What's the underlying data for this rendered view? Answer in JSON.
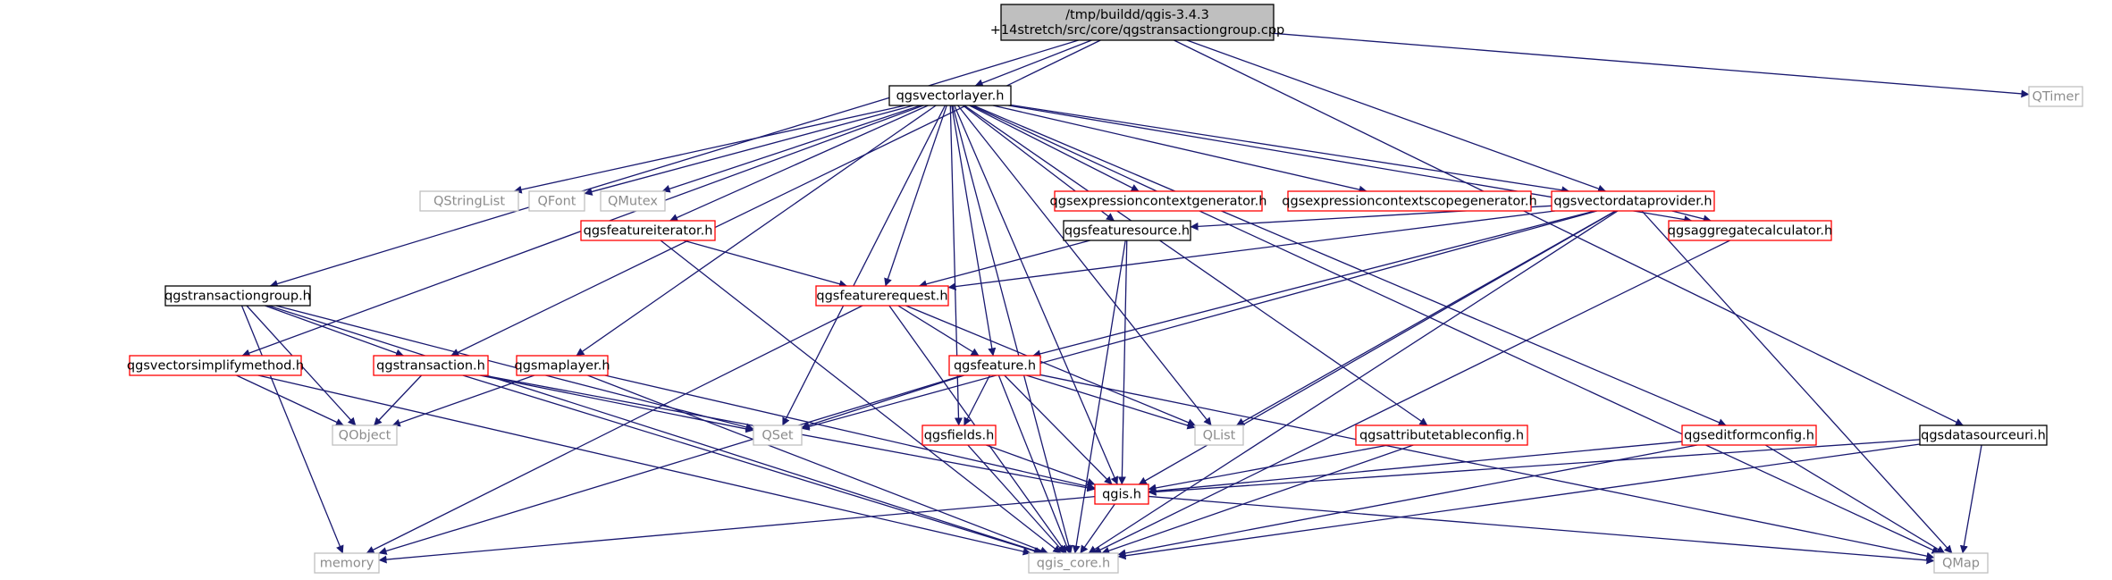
{
  "diagram": {
    "edge_color": "#191970",
    "nodes": [
      {
        "id": "root",
        "lines": [
          "/tmp/buildd/qgis-3.4.3",
          "+14stretch/src/core/qgstransactiongroup.cpp"
        ],
        "style": "root"
      },
      {
        "id": "qgsvectorlayer",
        "lines": [
          "qgsvectorlayer.h"
        ],
        "style": "black"
      },
      {
        "id": "qtimer",
        "lines": [
          "QTimer"
        ],
        "style": "grey"
      },
      {
        "id": "qstringlist",
        "lines": [
          "QStringList"
        ],
        "style": "grey"
      },
      {
        "id": "qfont",
        "lines": [
          "QFont"
        ],
        "style": "grey"
      },
      {
        "id": "qmutex",
        "lines": [
          "QMutex"
        ],
        "style": "grey"
      },
      {
        "id": "qgsexpressioncontextgenerator",
        "lines": [
          "qgsexpressioncontextgenerator.h"
        ],
        "style": "red"
      },
      {
        "id": "qgsexpressioncontextscopegenerator",
        "lines": [
          "qgsexpressioncontextscopegenerator.h"
        ],
        "style": "red"
      },
      {
        "id": "qgsvectordataprovider",
        "lines": [
          "qgsvectordataprovider.h"
        ],
        "style": "red"
      },
      {
        "id": "qgsfeatureiterator",
        "lines": [
          "qgsfeatureiterator.h"
        ],
        "style": "red"
      },
      {
        "id": "qgsfeaturesource",
        "lines": [
          "qgsfeaturesource.h"
        ],
        "style": "black"
      },
      {
        "id": "qgsaggregatecalculator",
        "lines": [
          "qgsaggregatecalculator.h"
        ],
        "style": "red"
      },
      {
        "id": "qgstransactiongroup",
        "lines": [
          "qgstransactiongroup.h"
        ],
        "style": "black"
      },
      {
        "id": "qgsfeaturerequest",
        "lines": [
          "qgsfeaturerequest.h"
        ],
        "style": "red"
      },
      {
        "id": "qgsvectorsimplifymethod",
        "lines": [
          "qgsvectorsimplifymethod.h"
        ],
        "style": "red"
      },
      {
        "id": "qgstransaction",
        "lines": [
          "qgstransaction.h"
        ],
        "style": "red"
      },
      {
        "id": "qgsmaplayer",
        "lines": [
          "qgsmaplayer.h"
        ],
        "style": "red"
      },
      {
        "id": "qgsfeature",
        "lines": [
          "qgsfeature.h"
        ],
        "style": "red"
      },
      {
        "id": "qobject",
        "lines": [
          "QObject"
        ],
        "style": "grey"
      },
      {
        "id": "qset",
        "lines": [
          "QSet"
        ],
        "style": "grey"
      },
      {
        "id": "qgsfields",
        "lines": [
          "qgsfields.h"
        ],
        "style": "red"
      },
      {
        "id": "qlist",
        "lines": [
          "QList"
        ],
        "style": "grey"
      },
      {
        "id": "qgsattributetableconfig",
        "lines": [
          "qgsattributetableconfig.h"
        ],
        "style": "red"
      },
      {
        "id": "qgseditformconfig",
        "lines": [
          "qgseditformconfig.h"
        ],
        "style": "red"
      },
      {
        "id": "qgsdatasourceuri",
        "lines": [
          "qgsdatasourceuri.h"
        ],
        "style": "black"
      },
      {
        "id": "qgis",
        "lines": [
          "qgis.h"
        ],
        "style": "red"
      },
      {
        "id": "memory",
        "lines": [
          "memory"
        ],
        "style": "grey"
      },
      {
        "id": "qgis_core",
        "lines": [
          "qgis_core.h"
        ],
        "style": "grey"
      },
      {
        "id": "qmap",
        "lines": [
          "QMap"
        ],
        "style": "grey"
      }
    ],
    "edges": [
      [
        "root",
        "qgsvectorlayer"
      ],
      [
        "root",
        "qtimer"
      ],
      [
        "root",
        "qgsvectordataprovider"
      ],
      [
        "root",
        "qgstransactiongroup"
      ],
      [
        "root",
        "qgstransaction"
      ],
      [
        "root",
        "qgsdatasourceuri"
      ],
      [
        "qgsvectorlayer",
        "qstringlist"
      ],
      [
        "qgsvectorlayer",
        "qfont"
      ],
      [
        "qgsvectorlayer",
        "qmutex"
      ],
      [
        "qgsvectorlayer",
        "qgsexpressioncontextgenerator"
      ],
      [
        "qgsvectorlayer",
        "qgsexpressioncontextscopegenerator"
      ],
      [
        "qgsvectorlayer",
        "qgsvectordataprovider"
      ],
      [
        "qgsvectorlayer",
        "qgsfeatureiterator"
      ],
      [
        "qgsvectorlayer",
        "qgsfeaturesource"
      ],
      [
        "qgsvectorlayer",
        "qgsaggregatecalculator"
      ],
      [
        "qgsvectorlayer",
        "qgsfeaturerequest"
      ],
      [
        "qgsvectorlayer",
        "qgsvectorsimplifymethod"
      ],
      [
        "qgsvectorlayer",
        "qgsmaplayer"
      ],
      [
        "qgsvectorlayer",
        "qgsfeature"
      ],
      [
        "qgsvectorlayer",
        "qset"
      ],
      [
        "qgsvectorlayer",
        "qgsfields"
      ],
      [
        "qgsvectorlayer",
        "qlist"
      ],
      [
        "qgsvectorlayer",
        "qgsattributetableconfig"
      ],
      [
        "qgsvectorlayer",
        "qgseditformconfig"
      ],
      [
        "qgsvectorlayer",
        "qgis"
      ],
      [
        "qgsvectorlayer",
        "qgis_core"
      ],
      [
        "qgsvectorlayer",
        "qmap"
      ],
      [
        "qgsvectordataprovider",
        "qgsfeaturesource"
      ],
      [
        "qgsvectordataprovider",
        "qgsaggregatecalculator"
      ],
      [
        "qgsvectordataprovider",
        "qgsfeaturerequest"
      ],
      [
        "qgsvectordataprovider",
        "qgsfeature"
      ],
      [
        "qgsvectordataprovider",
        "qset"
      ],
      [
        "qgsvectordataprovider",
        "qlist"
      ],
      [
        "qgsvectordataprovider",
        "qgis"
      ],
      [
        "qgsvectordataprovider",
        "qgis_core"
      ],
      [
        "qgsvectordataprovider",
        "qmap"
      ],
      [
        "qgsfeatureiterator",
        "qgsfeaturerequest"
      ],
      [
        "qgsfeatureiterator",
        "qgis_core"
      ],
      [
        "qgsfeaturesource",
        "qgsfeaturerequest"
      ],
      [
        "qgsfeaturesource",
        "qgis"
      ],
      [
        "qgsfeaturesource",
        "qgis_core"
      ],
      [
        "qgsaggregatecalculator",
        "qgis_core"
      ],
      [
        "qgstransactiongroup",
        "qgstransaction"
      ],
      [
        "qgstransactiongroup",
        "qobject"
      ],
      [
        "qgstransactiongroup",
        "qset"
      ],
      [
        "qgstransactiongroup",
        "memory"
      ],
      [
        "qgstransactiongroup",
        "qgis_core"
      ],
      [
        "qgsfeaturerequest",
        "qgsfeature"
      ],
      [
        "qgsfeaturerequest",
        "qlist"
      ],
      [
        "qgsfeaturerequest",
        "memory"
      ],
      [
        "qgsfeaturerequest",
        "qgis_core"
      ],
      [
        "qgsvectorsimplifymethod",
        "qobject"
      ],
      [
        "qgsvectorsimplifymethod",
        "qgis_core"
      ],
      [
        "qgstransaction",
        "qobject"
      ],
      [
        "qgstransaction",
        "qset"
      ],
      [
        "qgstransaction",
        "qgis"
      ],
      [
        "qgstransaction",
        "qgis_core"
      ],
      [
        "qgsmaplayer",
        "qobject"
      ],
      [
        "qgsmaplayer",
        "qgis"
      ],
      [
        "qgsmaplayer",
        "qgis_core"
      ],
      [
        "qgsfeature",
        "qset"
      ],
      [
        "qgsfeature",
        "qgsfields"
      ],
      [
        "qgsfeature",
        "qlist"
      ],
      [
        "qgsfeature",
        "qgis"
      ],
      [
        "qgsfeature",
        "memory"
      ],
      [
        "qgsfeature",
        "qgis_core"
      ],
      [
        "qgsfeature",
        "qmap"
      ],
      [
        "qgsfields",
        "qgis"
      ],
      [
        "qgsfields",
        "qgis_core"
      ],
      [
        "qgsattributetableconfig",
        "qgis"
      ],
      [
        "qgsattributetableconfig",
        "qgis_core"
      ],
      [
        "qgseditformconfig",
        "qgis"
      ],
      [
        "qgseditformconfig",
        "qgis_core"
      ],
      [
        "qgseditformconfig",
        "qmap"
      ],
      [
        "qgsdatasourceuri",
        "qgis"
      ],
      [
        "qgsdatasourceuri",
        "qgis_core"
      ],
      [
        "qgsdatasourceuri",
        "qmap"
      ],
      [
        "qgis",
        "memory"
      ],
      [
        "qgis",
        "qgis_core"
      ],
      [
        "qgis",
        "qmap"
      ]
    ]
  }
}
